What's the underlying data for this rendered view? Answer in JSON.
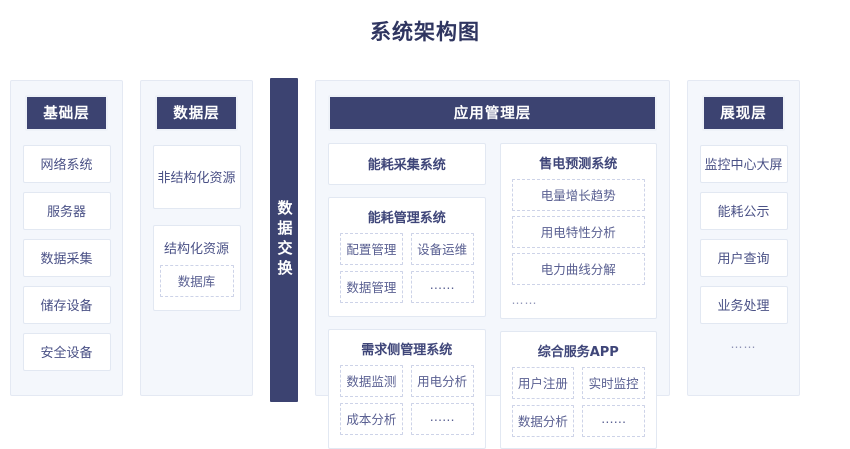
{
  "title": "系统架构图",
  "colors": {
    "navy": "#3c4371",
    "panel_bg": "#f4f7fc",
    "text": "#4a5186"
  },
  "columns": {
    "foundation": {
      "header": "基础层",
      "items": [
        "网络系统",
        "服务器",
        "数据采集",
        "储存设备",
        "安全设备"
      ]
    },
    "data": {
      "header": "数据层",
      "unstructured": "非结构化资源",
      "structured": "结构化资源",
      "structured_sub": "数据库"
    },
    "exchange": {
      "label": "数据交换"
    },
    "application": {
      "header": "应用管理层",
      "collect": "能耗采集系统",
      "manage": {
        "title": "能耗管理系统",
        "items": [
          "配置管理",
          "设备运维",
          "数据管理",
          "……"
        ]
      },
      "demand": {
        "title": "需求侧管理系统",
        "items": [
          "数据监测",
          "用电分析",
          "成本分析",
          "……"
        ]
      },
      "forecast": {
        "title": "售电预测系统",
        "items": [
          "电量增长趋势",
          "用电特性分析",
          "电力曲线分解"
        ],
        "ellipsis": "……"
      },
      "app": {
        "title": "综合服务APP",
        "items": [
          "用户注册",
          "实时监控",
          "数据分析",
          "……"
        ]
      }
    },
    "presentation": {
      "header": "展现层",
      "items": [
        "监控中心大屏",
        "能耗公示",
        "用户查询",
        "业务处理"
      ],
      "ellipsis": "……"
    }
  }
}
